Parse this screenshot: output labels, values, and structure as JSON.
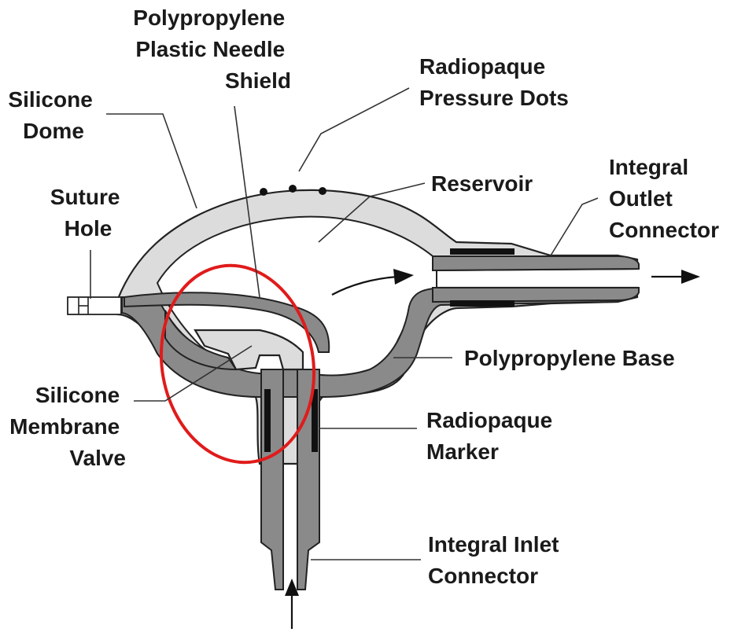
{
  "labels": {
    "needle_shield": [
      "Polypropylene",
      "Plastic Needle",
      "Shield"
    ],
    "pressure_dots": [
      "Radiopaque",
      "Pressure Dots"
    ],
    "silicone_dome": [
      "Silicone",
      "Dome"
    ],
    "suture_hole": [
      "Suture",
      "Hole"
    ],
    "reservoir": [
      "Reservoir"
    ],
    "outlet_connector": [
      "Integral",
      "Outlet",
      "Connector"
    ],
    "base": [
      "Polypropylene Base"
    ],
    "membrane_valve": [
      "Silicone",
      "Membrane",
      "Valve"
    ],
    "radiopaque_marker": [
      "Radiopaque",
      "Marker"
    ],
    "inlet_connector": [
      "Integral Inlet",
      "Connector"
    ]
  },
  "colors": {
    "housing_light": "#dcdcdc",
    "base_dark": "#8a8a8a",
    "highlight_circle": "#e01b1b",
    "marker": "#111111"
  },
  "icons": {
    "flow_arrows": "arrow-icon"
  }
}
